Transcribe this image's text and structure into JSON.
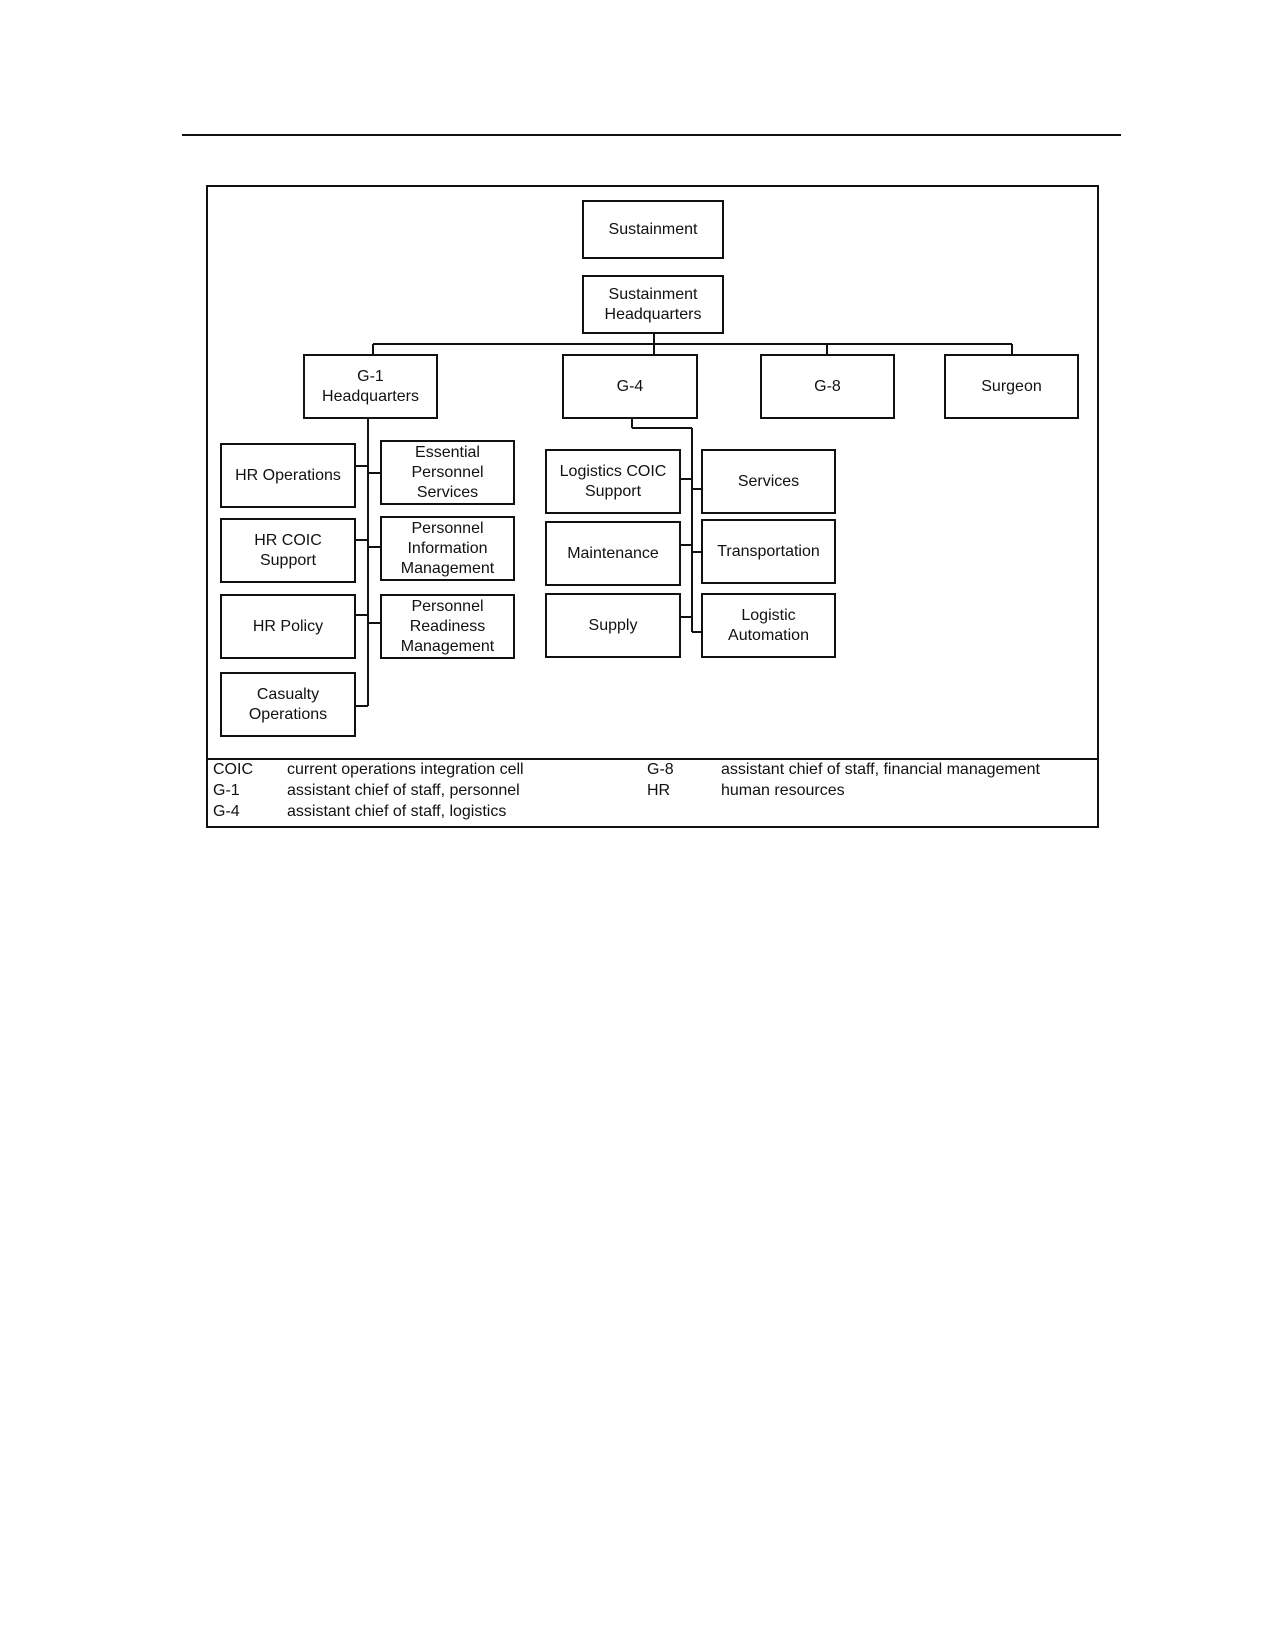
{
  "diagram": {
    "boxes": {
      "sustainment": "Sustainment",
      "sustainment_hq": [
        "Sustainment",
        "Headquarters"
      ],
      "g1_hq": [
        "G-1",
        "Headquarters"
      ],
      "g4": "G-4",
      "g8": "G-8",
      "surgeon": "Surgeon",
      "hr_operations": "HR Operations",
      "hr_coic_support": [
        "HR COIC",
        "Support"
      ],
      "hr_policy": "HR Policy",
      "casualty_operations": [
        "Casualty",
        "Operations"
      ],
      "essential_personnel_services": [
        "Essential",
        "Personnel",
        "Services"
      ],
      "personnel_information_management": [
        "Personnel",
        "Information",
        "Management"
      ],
      "personnel_readiness_management": [
        "Personnel",
        "Readiness",
        "Management"
      ],
      "logistics_coic_support": [
        "Logistics COIC",
        "Support"
      ],
      "maintenance": "Maintenance",
      "supply": "Supply",
      "services": "Services",
      "transportation": "Transportation",
      "logistic_automation": [
        "Logistic",
        "Automation"
      ]
    }
  },
  "legend": [
    {
      "abbr": "COIC",
      "meaning": "current operations integration cell"
    },
    {
      "abbr": "G-1",
      "meaning": "assistant chief of staff, personnel"
    },
    {
      "abbr": "G-4",
      "meaning": "assistant chief of staff, logistics"
    },
    {
      "abbr": "G-8",
      "meaning": "assistant chief of staff, financial management"
    },
    {
      "abbr": "HR",
      "meaning": "human resources"
    }
  ]
}
